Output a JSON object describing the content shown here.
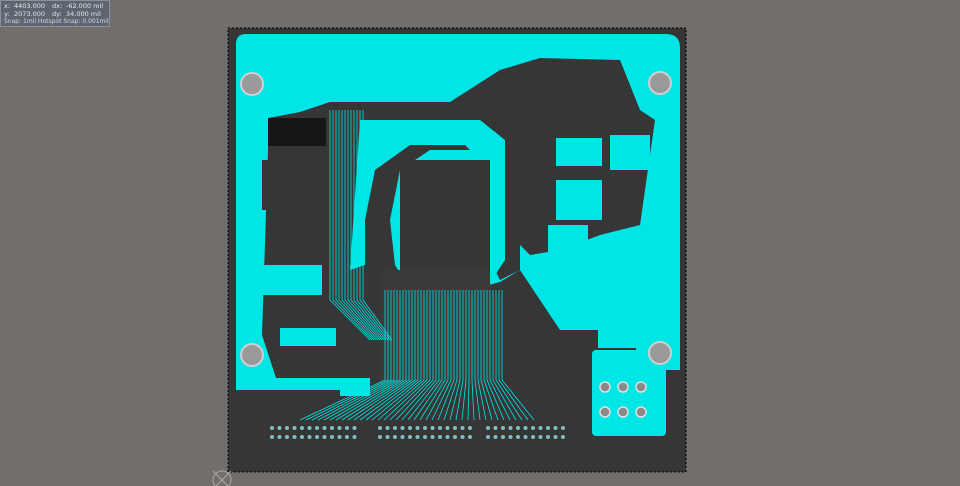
{
  "readout": {
    "x_label": "x:",
    "x_value": "4403.000",
    "dx_label": "dx:",
    "dx_value": "-62.000 mil",
    "y_label": "y:",
    "y_value": "2073.000",
    "dy_label": "dy:",
    "dy_value": "34.000 mil",
    "snap": "Snap: 1mil Hotspot Snap: 0.001mil"
  },
  "colors": {
    "background": "#726e6b",
    "board": "#363636",
    "copper": "#00e6e6",
    "outline": "#111111"
  }
}
